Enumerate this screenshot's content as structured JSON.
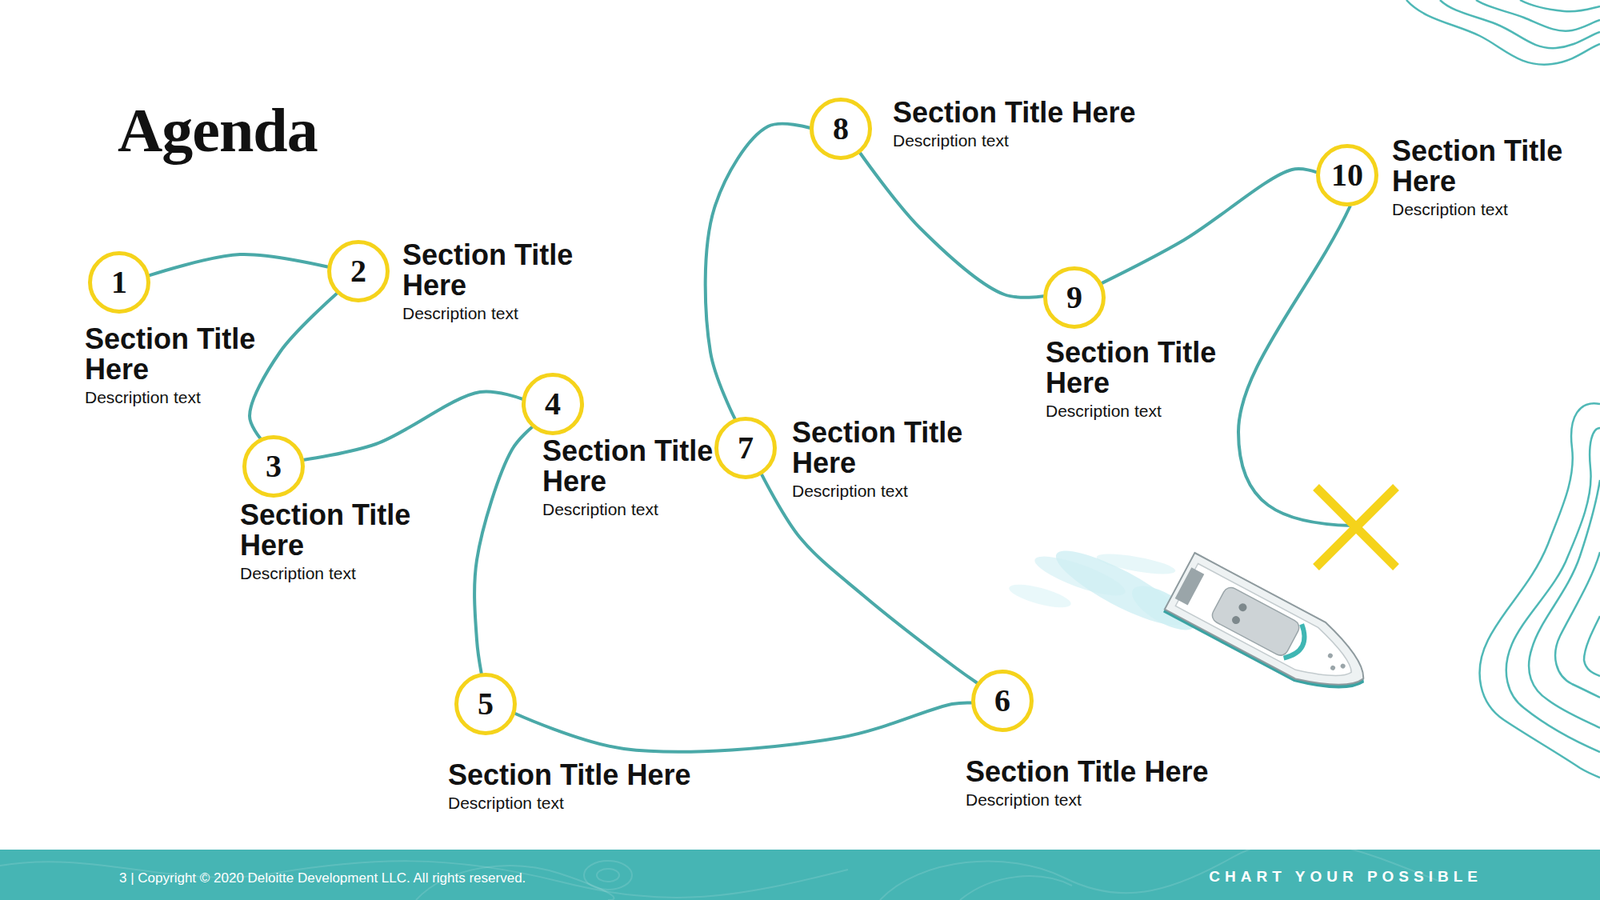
{
  "diagram": {
    "title": "Agenda",
    "nodes": [
      {
        "text": [
          "1",
          "Section Title Here",
          "Description text"
        ]
      },
      {
        "text": [
          "2",
          "Section Title Here",
          "Description text"
        ]
      },
      {
        "text": [
          "3",
          "Section Title Here",
          "Description text"
        ]
      },
      {
        "text": [
          "4",
          "Section Title Here",
          "Description text"
        ]
      },
      {
        "text": [
          "5",
          "Section Title Here",
          "Description text"
        ]
      },
      {
        "text": [
          "6",
          "Section Title Here",
          "Description text"
        ]
      },
      {
        "text": [
          "7",
          "Section Title Here",
          "Description text"
        ]
      },
      {
        "text": [
          "8",
          "Section Title Here",
          "Description text"
        ]
      },
      {
        "text": [
          "9",
          "Section Title Here",
          "Description text"
        ]
      },
      {
        "text": [
          "10",
          "Section Title Here",
          "Description text"
        ]
      }
    ],
    "edges": [
      {
        "from": 0,
        "to": 1,
        "arrow": "none"
      },
      {
        "from": 1,
        "to": 2,
        "arrow": "none"
      },
      {
        "from": 2,
        "to": 3,
        "arrow": "none"
      },
      {
        "from": 3,
        "to": 4,
        "arrow": "none"
      },
      {
        "from": 4,
        "to": 5,
        "arrow": "none"
      },
      {
        "from": 5,
        "to": 6,
        "arrow": "none"
      },
      {
        "from": 6,
        "to": 7,
        "arrow": "none"
      },
      {
        "from": 7,
        "to": 8,
        "arrow": "none"
      },
      {
        "from": 8,
        "to": 9,
        "arrow": "none"
      }
    ],
    "labels": [
      "3 | Copyright © 2020 Deloitte Development LLC. All rights reserved.",
      "CHART YOUR POSSIBLE"
    ]
  }
}
